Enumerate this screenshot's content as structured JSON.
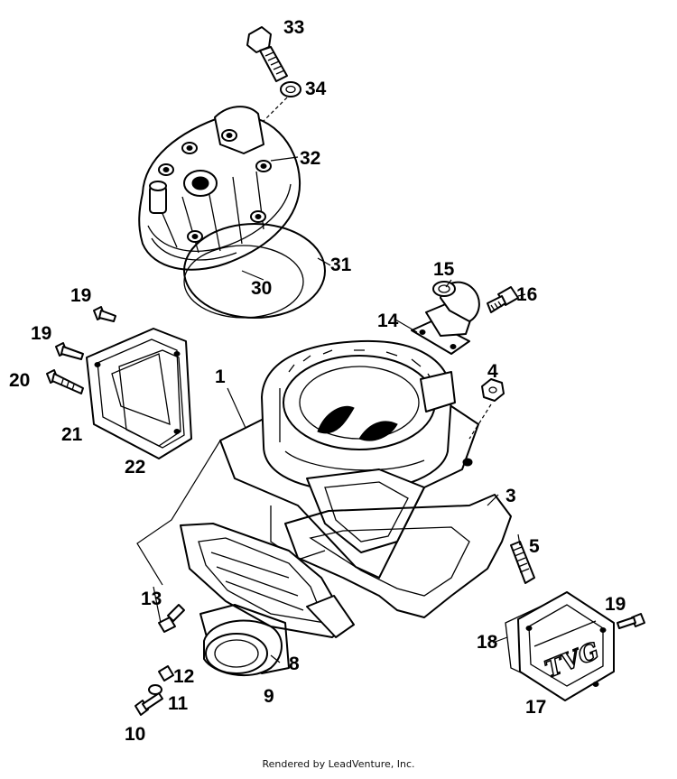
{
  "diagram": {
    "callouts": [
      "1",
      "3",
      "4",
      "5",
      "8",
      "9",
      "10",
      "11",
      "12",
      "13",
      "14",
      "15",
      "16",
      "17",
      "18",
      "19",
      "19",
      "19",
      "20",
      "21",
      "22",
      "30",
      "31",
      "32",
      "33",
      "34"
    ]
  },
  "logo": {
    "text": "TVG"
  },
  "footer": {
    "credit": "Rendered by LeadVenture, Inc."
  }
}
